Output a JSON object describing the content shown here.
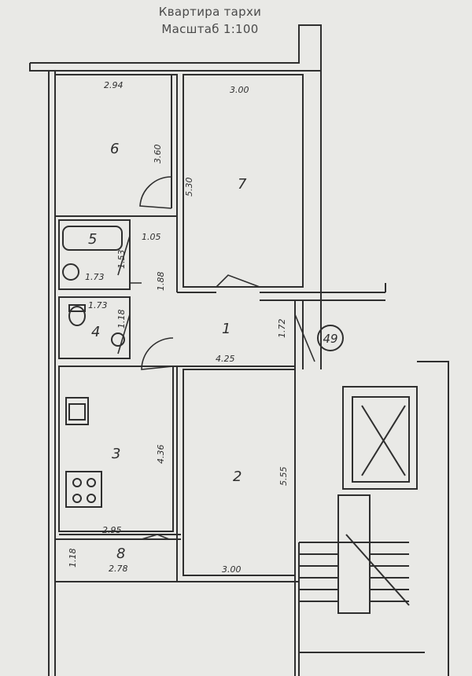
{
  "title": "Квартира тархи",
  "scale": "Масштаб 1:100",
  "rooms": [
    {
      "id": "1",
      "label": "1"
    },
    {
      "id": "2",
      "label": "2"
    },
    {
      "id": "3",
      "label": "3"
    },
    {
      "id": "4",
      "label": "4"
    },
    {
      "id": "5",
      "label": "5"
    },
    {
      "id": "6",
      "label": "6"
    },
    {
      "id": "7",
      "label": "7"
    },
    {
      "id": "8",
      "label": "8"
    }
  ],
  "dimensions": {
    "room6_width": "2.94",
    "room6_depth": "3.60",
    "room7_width": "3.00",
    "room7_depth": "5.30",
    "corridor_upper": "1.05",
    "corridor_mid": "1.88",
    "bath_depth": "1.53",
    "bath_width": "1.73",
    "wc_width": "1.73",
    "wc_depth": "1.18",
    "hall_length": "4.25",
    "hall_width": "1.72",
    "kitchen_depth": "4.36",
    "kitchen_width": "2.95",
    "room2_depth": "5.55",
    "room2_width": "3.00",
    "balcony_depth": "1.18",
    "balcony_width": "2.78"
  },
  "apartment_number": "49",
  "colors": {
    "ink": "#2f2f2f",
    "paper": "#e9e9e6"
  }
}
